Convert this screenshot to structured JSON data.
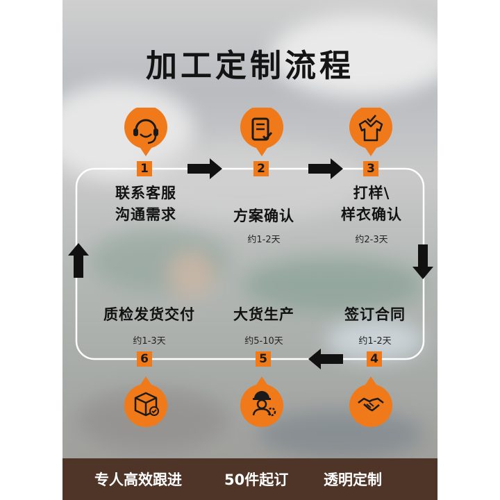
{
  "title": "加工定制流程",
  "steps": [
    {
      "num": "1",
      "title_lines": [
        "联系客服",
        "沟通需求"
      ],
      "duration": "",
      "icon": "headset-icon"
    },
    {
      "num": "2",
      "title_lines": [
        "方案确认"
      ],
      "duration": "约1-2天",
      "icon": "document-check-icon"
    },
    {
      "num": "3",
      "title_lines": [
        "打样\\",
        "样衣确认"
      ],
      "duration": "约2-3天",
      "icon": "shirt-check-icon"
    },
    {
      "num": "4",
      "title_lines": [
        "签订合同"
      ],
      "duration": "约1-2天",
      "icon": "handshake-icon"
    },
    {
      "num": "5",
      "title_lines": [
        "大货生产"
      ],
      "duration": "约5-10天",
      "icon": "worker-gear-icon"
    },
    {
      "num": "6",
      "title_lines": [
        "质检发货交付"
      ],
      "duration": "约1-3天",
      "icon": "package-check-icon"
    }
  ],
  "footer": {
    "items": [
      "专人高效跟进",
      "50件起订",
      "透明定制"
    ]
  },
  "colors": {
    "accent": "#f07a1a",
    "footer_bg": "#4e3527",
    "line": "#ffffff",
    "arrow": "#111111"
  }
}
